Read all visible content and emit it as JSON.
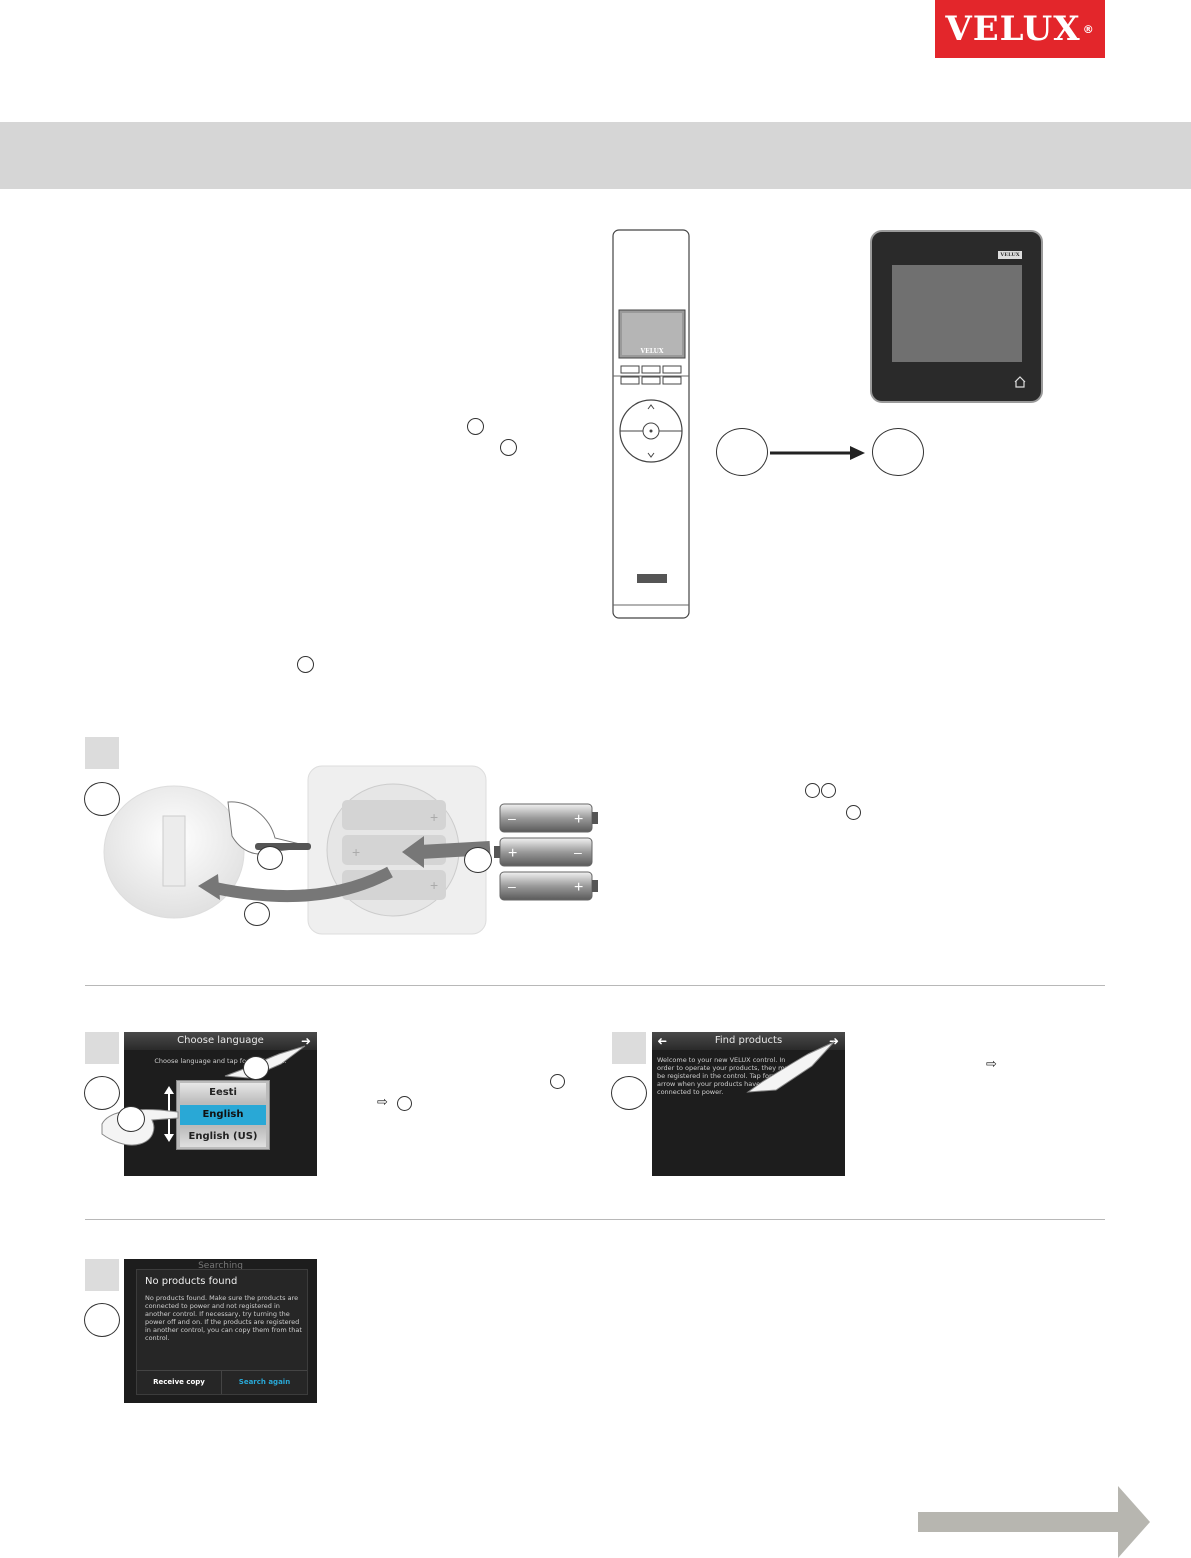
{
  "brand": {
    "logo_text": "VELUX",
    "registered": "®",
    "small_logo": "VELUX"
  },
  "screens": {
    "language": {
      "title": "Choose language",
      "subtitle": "Choose language and tap forward arrow.",
      "options": [
        "Eesti",
        "English",
        "English (US)"
      ]
    },
    "find": {
      "title": "Find products",
      "body": "Welcome to your new VELUX control. In order to operate your products, they must be registered in the control. Tap forward arrow when your products have been connected to power."
    },
    "search": {
      "bg_title": "Searching",
      "title": "No products found",
      "body": "No products found. Make sure the products are connected to power and not registered in another control. If necessary, try turning the power off and on. If the products are registered in another control, you can copy them from that control.",
      "btn_left": "Receive copy",
      "btn_right": "Search again"
    }
  },
  "colors": {
    "brand_red": "#e3262b",
    "band_gray": "#d6d6d6",
    "selected_blue": "#29a8d6"
  }
}
